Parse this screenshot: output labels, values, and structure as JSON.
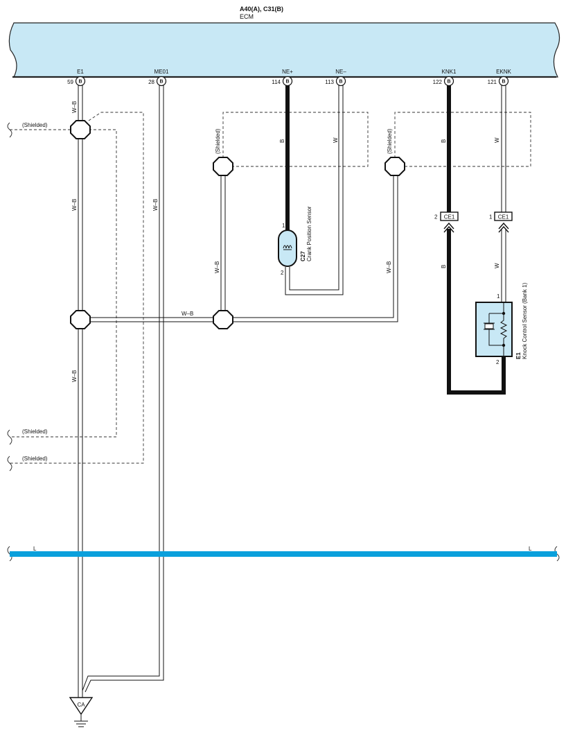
{
  "ecm": {
    "connectors": "A40(A), C31(B)",
    "name": "ECM",
    "fill_color": "#c8e8f5",
    "terminals": [
      {
        "name": "E1",
        "pin": "59",
        "connector": "B"
      },
      {
        "name": "ME01",
        "pin": "28",
        "connector": "B"
      },
      {
        "name": "NE+",
        "pin": "114",
        "connector": "B"
      },
      {
        "name": "NE–",
        "pin": "113",
        "connector": "B"
      },
      {
        "name": "KNK1",
        "pin": "122",
        "connector": "B"
      },
      {
        "name": "EKNK",
        "pin": "121",
        "connector": "B"
      }
    ]
  },
  "wires": {
    "wb": "W–B",
    "b": "B",
    "w": "W",
    "l": "L",
    "l_color": "#0aa0dc"
  },
  "shielded_label": "(Shielded)",
  "crank_sensor": {
    "code": "C27",
    "name": "Crank Position Sensor",
    "pin1": "1",
    "pin2": "2"
  },
  "knock_sensor": {
    "code": "E1",
    "name": "Knock Control Sensor (Bank 1)",
    "pin1": "1",
    "pin2": "2"
  },
  "inline_connector": {
    "name": "CE1",
    "pin_knk": "2",
    "pin_eknk": "1"
  },
  "ground": {
    "name": "CA"
  }
}
